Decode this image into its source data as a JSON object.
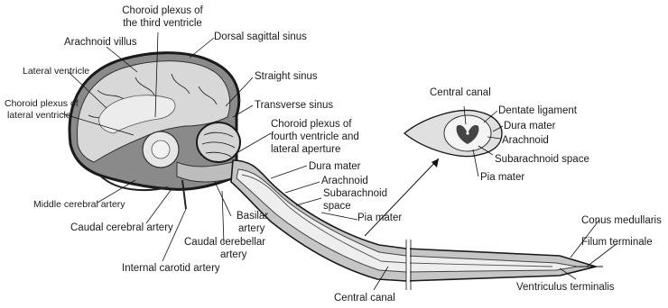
{
  "labels": {
    "choroid_third_line1": "Choroid plexus of",
    "choroid_third_line2": "the third ventricle",
    "dorsal_sagittal_sinus": "Dorsal sagittal sinus",
    "arachnoid_villus": "Arachnoid villus",
    "lateral_ventricle": "Lateral ventricle",
    "straight_sinus": "Straight sinus",
    "choroid_lateral_line1": "Choroid plexus of",
    "choroid_lateral_line2": "lateral ventricle",
    "transverse_sinus": "Transverse sinus",
    "choroid_fourth_line1": "Choroid plexus of",
    "choroid_fourth_line2": "fourth ventricle and",
    "choroid_fourth_line3": "lateral aperture",
    "dura_mater": "Dura mater",
    "arachnoid": "Arachnoid",
    "subarachnoid_line1": "Subarachnoid",
    "subarachnoid_line2": "space",
    "pia_mater": "Pia mater",
    "middle_cerebral_artery": "Middle cerebral artery",
    "caudal_cerebral_artery": "Caudal cerebral artery",
    "basilar_line1": "Basilar",
    "basilar_line2": "artery",
    "caudal_cerebellar_line1": "Caudal cerebellar",
    "caudal_cerebellar_line2": "artery",
    "internal_carotid_artery": "Internal carotid artery",
    "central_canal_cord": "Central canal",
    "central_canal_section": "Central canal",
    "dentate_ligament": "Dentate ligament",
    "section_dura_mater": "Dura mater",
    "section_arachnoid": "Arachnoid",
    "section_subarachnoid_space": "Subarachnoid space",
    "section_pia_mater": "Pia mater",
    "conus_medullaris": "Conus medullaris",
    "filum_terminale": "Filum terminale",
    "ventriculus_terminalis": "Ventriculus terminalis"
  }
}
